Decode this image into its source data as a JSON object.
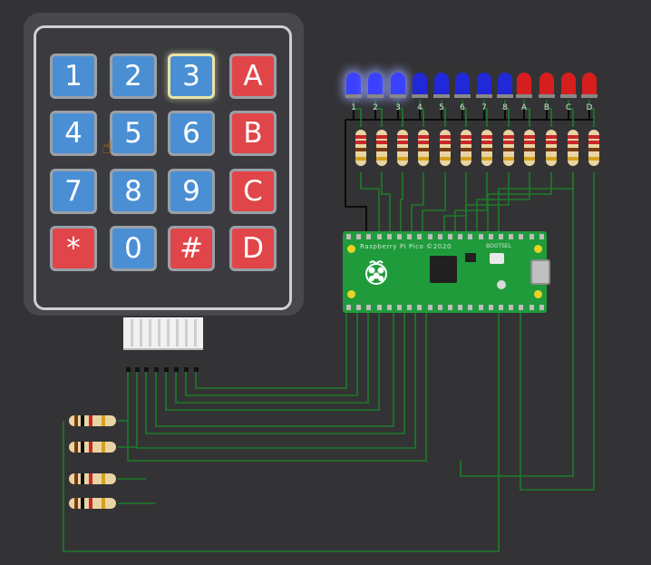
{
  "app": {
    "canvas_background": "#333335"
  },
  "keypad": {
    "keys": [
      {
        "label": "1",
        "color": "blue"
      },
      {
        "label": "2",
        "color": "blue"
      },
      {
        "label": "3",
        "color": "blue",
        "pressed": true
      },
      {
        "label": "A",
        "color": "red"
      },
      {
        "label": "4",
        "color": "blue",
        "hover": true
      },
      {
        "label": "5",
        "color": "blue"
      },
      {
        "label": "6",
        "color": "blue"
      },
      {
        "label": "B",
        "color": "red"
      },
      {
        "label": "7",
        "color": "blue"
      },
      {
        "label": "8",
        "color": "blue"
      },
      {
        "label": "9",
        "color": "blue"
      },
      {
        "label": "C",
        "color": "red"
      },
      {
        "label": "*",
        "color": "red"
      },
      {
        "label": "0",
        "color": "blue"
      },
      {
        "label": "#",
        "color": "red"
      },
      {
        "label": "D",
        "color": "red"
      }
    ]
  },
  "board": {
    "title": "Raspberry Pi Pico ©2020",
    "side_label": "BOOTSEL"
  },
  "leds": [
    {
      "label": "1",
      "color": "blue",
      "on": true
    },
    {
      "label": "2",
      "color": "blue",
      "on": true
    },
    {
      "label": "3",
      "color": "blue",
      "on": true
    },
    {
      "label": "4",
      "color": "blue",
      "on": false
    },
    {
      "label": "5",
      "color": "blue",
      "on": false
    },
    {
      "label": "6",
      "color": "blue",
      "on": false
    },
    {
      "label": "7",
      "color": "blue",
      "on": false
    },
    {
      "label": "8",
      "color": "blue",
      "on": false
    },
    {
      "label": "A",
      "color": "red",
      "on": false
    },
    {
      "label": "B",
      "color": "red",
      "on": false
    },
    {
      "label": "C",
      "color": "red",
      "on": false
    },
    {
      "label": "D",
      "color": "red",
      "on": false
    }
  ],
  "colors": {
    "wire": "#1e7a2a",
    "black_wire": "#000000",
    "board": "#1f9b3c",
    "key_blue": "#4a8fd3",
    "key_red": "#e0454a"
  },
  "icons": {
    "cursor": "hand-pointer-icon",
    "logo": "raspberry-logo-icon"
  }
}
